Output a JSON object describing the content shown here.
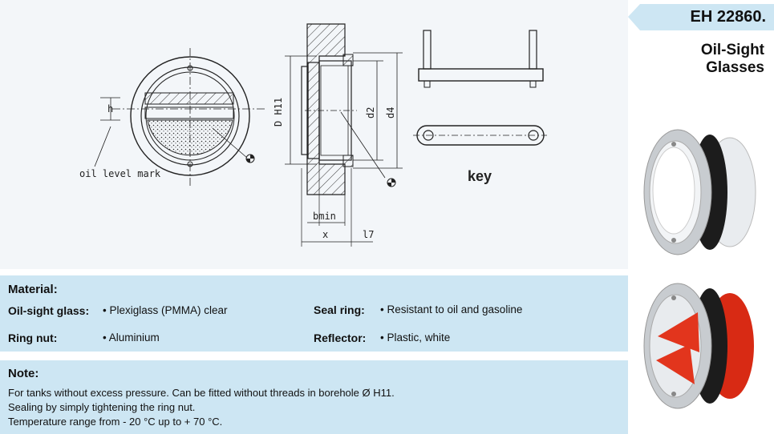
{
  "header": {
    "code": "EH 22860.",
    "title_line1": "Oil-Sight",
    "title_line2": "Glasses"
  },
  "drawing": {
    "oil_level_label": "oil level mark",
    "h_label": "h",
    "d_h11_label": "D H11",
    "d2_label": "d2",
    "d4_label": "d4",
    "bmin_label": "bmin",
    "x_label": "x",
    "l7_label": "l7",
    "key_label": "key"
  },
  "material": {
    "title": "Material:",
    "rows": [
      {
        "label": "Oil-sight glass:",
        "value": "• Plexiglass (PMMA) clear"
      },
      {
        "label": "Seal ring:",
        "value": "• Resistant to oil and gasoline"
      },
      {
        "label": "Ring nut:",
        "value": "• Aluminium"
      },
      {
        "label": "Reflector:",
        "value": "• Plastic, white"
      }
    ]
  },
  "note": {
    "title": "Note:",
    "lines": [
      "For tanks without excess pressure. Can be fitted without threads in borehole Ø H11.",
      "Sealing by simply tightening the ring nut.",
      "Temperature range from - 20 °C up to + 70 °C."
    ]
  }
}
